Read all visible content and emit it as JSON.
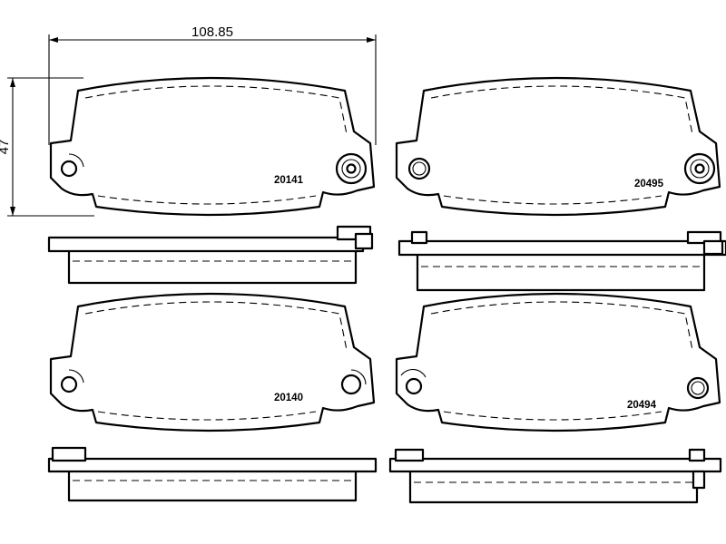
{
  "dimensions": {
    "width_label": "108.85",
    "height_label": "47"
  },
  "pads": [
    {
      "part_number": "20141"
    },
    {
      "part_number": "20495"
    },
    {
      "part_number": "20140"
    },
    {
      "part_number": "20494"
    }
  ]
}
